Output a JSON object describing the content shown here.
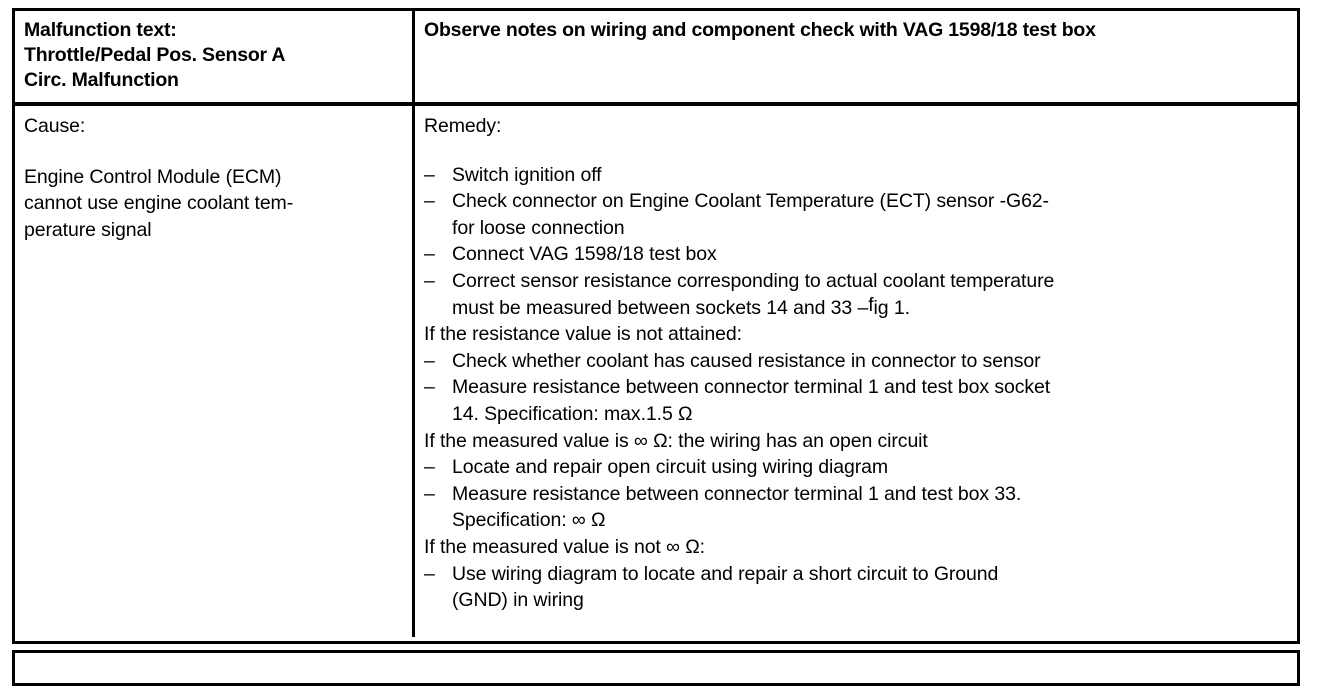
{
  "document": {
    "type": "diagnostic-fault-table",
    "title_bar": null
  },
  "table": {
    "header": {
      "left": {
        "label_line1": "Malfunction text:",
        "label_line2": "Throttle/Pedal Pos. Sensor A",
        "label_line3": "Circ. Malfunction"
      },
      "right": {
        "note": "Observe notes on wiring and component check with VAG 1598/18 test box"
      }
    },
    "body": {
      "left": {
        "heading": "Cause:",
        "text_line1": "Engine Control Module (ECM)",
        "text_line2": "cannot use engine coolant tem-",
        "text_line3": "perature signal"
      },
      "right": {
        "heading": "Remedy:",
        "blocks": [
          {
            "kind": "steps",
            "items": [
              {
                "dash": "–",
                "lines": [
                  "Switch ignition off"
                ]
              },
              {
                "dash": "–",
                "lines": [
                  "Check connector on Engine Coolant Temperature (ECT) sensor -G62-",
                  "for loose connection"
                ]
              },
              {
                "dash": "–",
                "lines": [
                  "Connect VAG 1598/18 test box"
                ]
              },
              {
                "dash": "–",
                "lines": [
                  "Correct sensor resistance corresponding to actual coolant temperature",
                  "must be measured between sockets 14 and 33 –fig 1."
                ]
              }
            ]
          },
          {
            "kind": "condition",
            "text": "If the resistance value is not attained:"
          },
          {
            "kind": "steps",
            "items": [
              {
                "dash": "–",
                "lines": [
                  "Check whether coolant has caused resistance in connector to sensor"
                ]
              },
              {
                "dash": "–",
                "lines": [
                  "Measure resistance between connector terminal 1 and test box socket",
                  "14.  Specification: max.1.5 Ω"
                ]
              }
            ]
          },
          {
            "kind": "condition",
            "text": "If the measured value is ∞ Ω: the wiring has an open circuit"
          },
          {
            "kind": "steps",
            "items": [
              {
                "dash": "–",
                "lines": [
                  "Locate and repair open circuit using wiring diagram"
                ]
              },
              {
                "dash": "–",
                "lines": [
                  "Measure resistance between connector terminal 1 and test box 33.",
                  "Specification: ∞ Ω"
                ]
              }
            ]
          },
          {
            "kind": "condition",
            "text": "If the measured value is not ∞ Ω:"
          },
          {
            "kind": "steps",
            "items": [
              {
                "dash": "–",
                "lines": [
                  "Use wiring diagram to locate and repair a short circuit to Ground",
                  "(GND) in wiring"
                ]
              }
            ]
          }
        ],
        "fig_reference": {
          "prefix": "must be measured between sockets 14 and 33 –",
          "f": "f",
          "rest": "ig 1."
        }
      }
    },
    "bottom_row": {
      "content": ""
    }
  },
  "colors": {
    "ink": "#000000",
    "paper": "#ffffff"
  }
}
